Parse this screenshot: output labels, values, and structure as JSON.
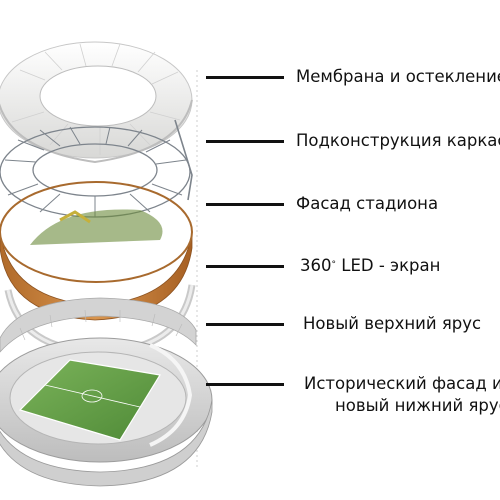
{
  "diagram": {
    "layers": [
      {
        "id": "membrane",
        "label": "Мембрана и остекление"
      },
      {
        "id": "substructure",
        "label": "Подконструкция каркаса"
      },
      {
        "id": "facade",
        "label": "Фасад стадиона"
      },
      {
        "id": "led",
        "label_number": "360",
        "label_sup": "°",
        "label_rest": " LED - экран"
      },
      {
        "id": "upper-tier",
        "label": "Новый верхний ярус"
      },
      {
        "id": "historic",
        "label_line1": "Исторический фасад и",
        "label_line2": "новый нижний ярус"
      }
    ],
    "colors": {
      "leader": "#111111",
      "membrane": "#f2f2f0",
      "steel": "#8a8f96",
      "facade_wood": "#c8823c",
      "pitch": "#5f9e45",
      "led_ring": "#d9d9d9"
    }
  }
}
